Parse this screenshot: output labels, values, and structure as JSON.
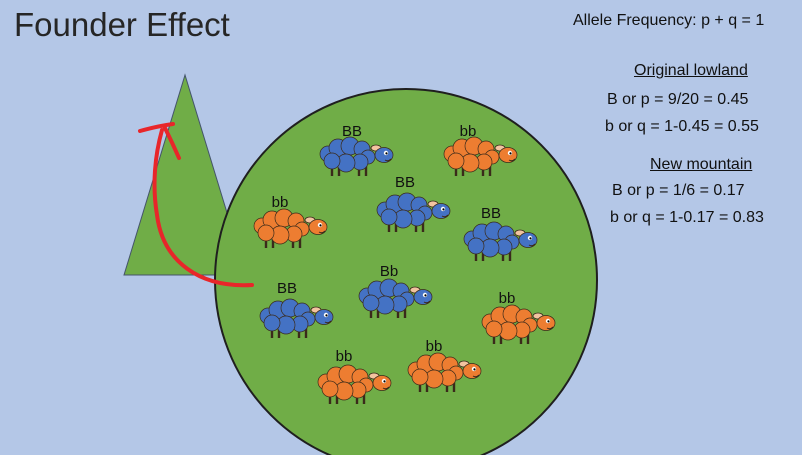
{
  "title": "Founder Effect",
  "equation": "Allele Frequency: p + q = 1",
  "lowland": {
    "heading": "Original lowland",
    "line1": "B or p = 9/20 = 0.45",
    "line2": "b or q = 1-0.45 = 0.55"
  },
  "mountain": {
    "heading": "New mountain",
    "line1": "B or p = 1/6 = 0.17",
    "line2": "b or q = 1-0.17 = 0.83"
  },
  "colors": {
    "background": "#b4c7e7",
    "land": "#70ad47",
    "blue_sheep": "#4472c4",
    "orange_sheep": "#ed7d31",
    "migration_arrow": "#e8262a"
  },
  "sheep": [
    {
      "genotype": "BB",
      "color": "blue"
    },
    {
      "genotype": "bb",
      "color": "orange"
    },
    {
      "genotype": "BB",
      "color": "blue"
    },
    {
      "genotype": "bb",
      "color": "orange"
    },
    {
      "genotype": "BB",
      "color": "blue"
    },
    {
      "genotype": "Bb",
      "color": "blue"
    },
    {
      "genotype": "BB",
      "color": "blue"
    },
    {
      "genotype": "bb",
      "color": "orange"
    },
    {
      "genotype": "bb",
      "color": "orange"
    },
    {
      "genotype": "bb",
      "color": "orange"
    }
  ]
}
